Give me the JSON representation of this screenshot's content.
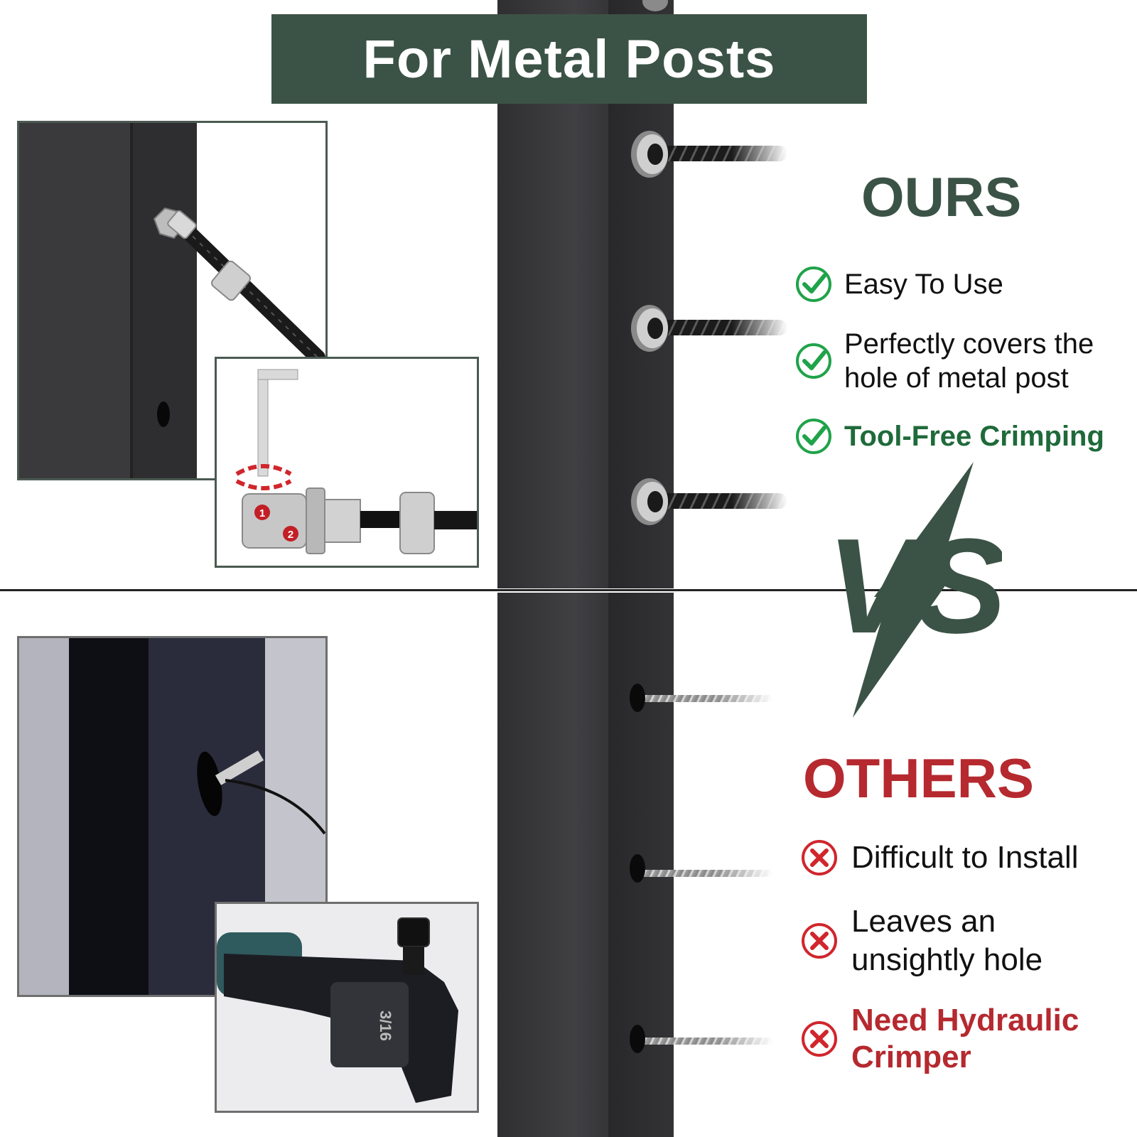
{
  "banner": {
    "title": "For Metal Posts"
  },
  "ours": {
    "heading": "OURS",
    "features": [
      {
        "text": "Easy To Use"
      },
      {
        "text": "Perfectly covers the\nhole of metal post"
      },
      {
        "text": "Tool-Free Crimping"
      }
    ],
    "accent": "#3b5346",
    "check_color": "#1fa34a"
  },
  "versus": {
    "label": "VS",
    "color": "#3b5346"
  },
  "others": {
    "heading": "OTHERS",
    "features": [
      {
        "text": "Difficult to Install"
      },
      {
        "text": "Leaves an\nunsightly hole"
      },
      {
        "text": "Need Hydraulic\nCrimper"
      }
    ],
    "accent": "#b5292f"
  },
  "inset": {
    "step_1": "1",
    "step_2": "2",
    "die_label": "3/16"
  }
}
